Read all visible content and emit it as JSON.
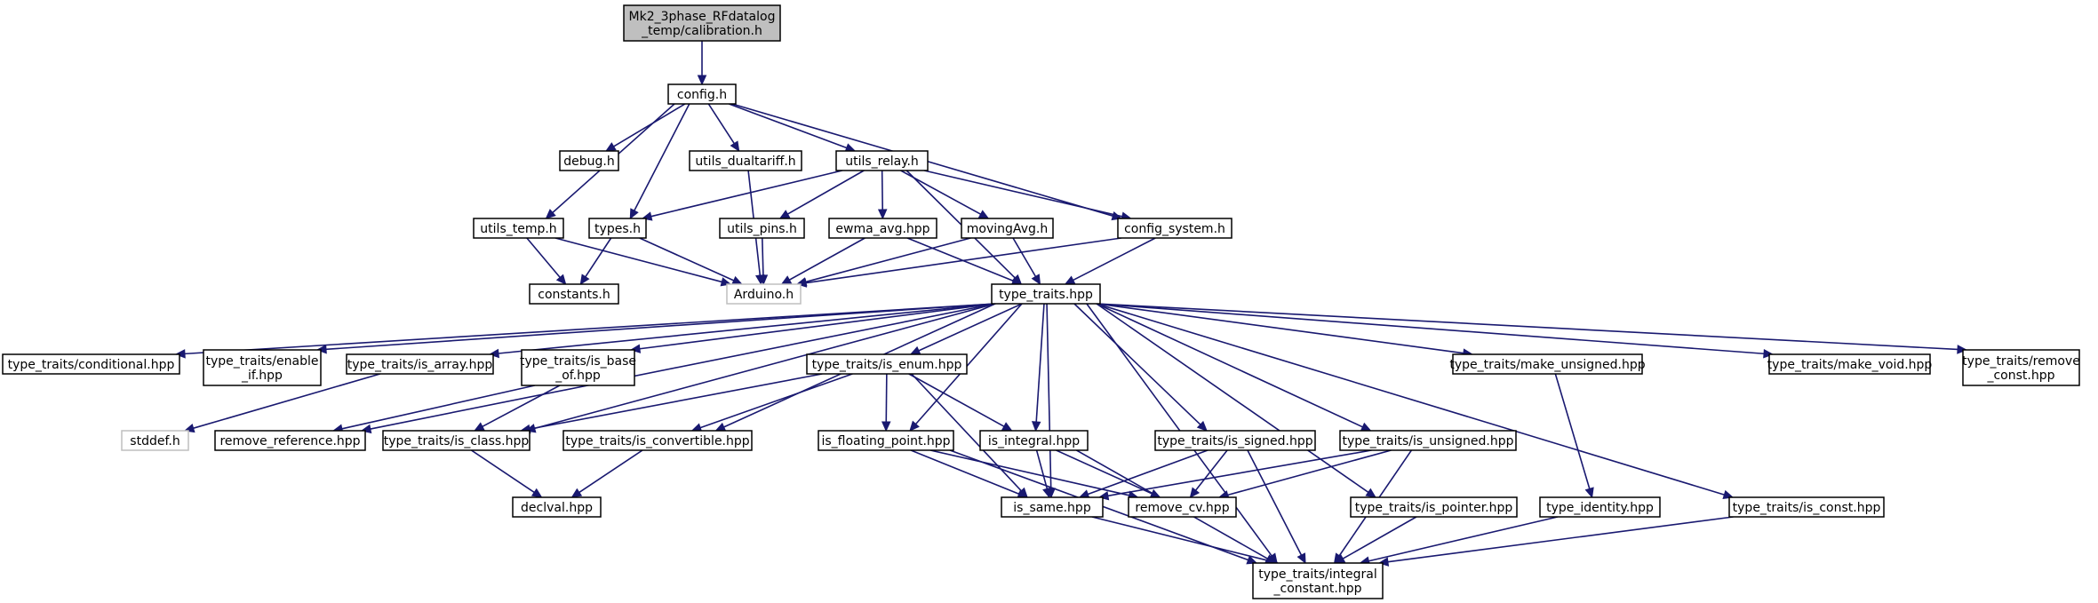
{
  "nodes": [
    {
      "id": "calib",
      "lines": [
        "Mk2_3phase_RFdatalog",
        "_temp/calibration.h"
      ],
      "style": "root"
    },
    {
      "id": "config",
      "lines": [
        "config.h"
      ]
    },
    {
      "id": "debug",
      "lines": [
        "debug.h"
      ]
    },
    {
      "id": "udual",
      "lines": [
        "utils_dualtariff.h"
      ]
    },
    {
      "id": "urelay",
      "lines": [
        "utils_relay.h"
      ]
    },
    {
      "id": "utemp",
      "lines": [
        "utils_temp.h"
      ]
    },
    {
      "id": "types",
      "lines": [
        "types.h"
      ]
    },
    {
      "id": "upins",
      "lines": [
        "utils_pins.h"
      ]
    },
    {
      "id": "ewma",
      "lines": [
        "ewma_avg.hpp"
      ]
    },
    {
      "id": "moving",
      "lines": [
        "movingAvg.h"
      ]
    },
    {
      "id": "csys",
      "lines": [
        "config_system.h"
      ]
    },
    {
      "id": "constants",
      "lines": [
        "constants.h"
      ]
    },
    {
      "id": "arduino",
      "lines": [
        "Arduino.h"
      ],
      "style": "ext"
    },
    {
      "id": "tt",
      "lines": [
        "type_traits.hpp"
      ]
    },
    {
      "id": "cond",
      "lines": [
        "type_traits/conditional.hpp"
      ]
    },
    {
      "id": "enableif",
      "lines": [
        "type_traits/enable",
        "_if.hpp"
      ]
    },
    {
      "id": "isarray",
      "lines": [
        "type_traits/is_array.hpp"
      ]
    },
    {
      "id": "isbase",
      "lines": [
        "type_traits/is_base",
        "_of.hpp"
      ]
    },
    {
      "id": "isenum",
      "lines": [
        "type_traits/is_enum.hpp"
      ]
    },
    {
      "id": "makeuns",
      "lines": [
        "type_traits/make_unsigned.hpp"
      ]
    },
    {
      "id": "makevoid",
      "lines": [
        "type_traits/make_void.hpp"
      ]
    },
    {
      "id": "removeconst",
      "lines": [
        "type_traits/remove",
        "_const.hpp"
      ]
    },
    {
      "id": "stddef",
      "lines": [
        "stddef.h"
      ],
      "style": "ext"
    },
    {
      "id": "removeref",
      "lines": [
        "remove_reference.hpp"
      ]
    },
    {
      "id": "isclass",
      "lines": [
        "type_traits/is_class.hpp"
      ]
    },
    {
      "id": "isconv",
      "lines": [
        "type_traits/is_convertible.hpp"
      ]
    },
    {
      "id": "isfloat",
      "lines": [
        "is_floating_point.hpp"
      ]
    },
    {
      "id": "isint",
      "lines": [
        "is_integral.hpp"
      ]
    },
    {
      "id": "issigned",
      "lines": [
        "type_traits/is_signed.hpp"
      ]
    },
    {
      "id": "isunsigned",
      "lines": [
        "type_traits/is_unsigned.hpp"
      ]
    },
    {
      "id": "declval",
      "lines": [
        "declval.hpp"
      ]
    },
    {
      "id": "issame",
      "lines": [
        "is_same.hpp"
      ]
    },
    {
      "id": "removecv",
      "lines": [
        "remove_cv.hpp"
      ]
    },
    {
      "id": "ispointer",
      "lines": [
        "type_traits/is_pointer.hpp"
      ]
    },
    {
      "id": "typeid",
      "lines": [
        "type_identity.hpp"
      ]
    },
    {
      "id": "isconst",
      "lines": [
        "type_traits/is_const.hpp"
      ]
    },
    {
      "id": "intconst",
      "lines": [
        "type_traits/integral",
        "_constant.hpp"
      ]
    }
  ],
  "edges": [
    [
      "calib",
      "config"
    ],
    [
      "config",
      "debug"
    ],
    [
      "config",
      "udual"
    ],
    [
      "config",
      "urelay"
    ],
    [
      "config",
      "utemp"
    ],
    [
      "config",
      "types"
    ],
    [
      "config",
      "csys"
    ],
    [
      "udual",
      "arduino"
    ],
    [
      "urelay",
      "types"
    ],
    [
      "urelay",
      "upins"
    ],
    [
      "urelay",
      "ewma"
    ],
    [
      "urelay",
      "moving"
    ],
    [
      "urelay",
      "csys"
    ],
    [
      "urelay",
      "tt"
    ],
    [
      "utemp",
      "constants"
    ],
    [
      "utemp",
      "arduino"
    ],
    [
      "types",
      "constants"
    ],
    [
      "types",
      "arduino"
    ],
    [
      "upins",
      "arduino"
    ],
    [
      "ewma",
      "arduino"
    ],
    [
      "ewma",
      "tt"
    ],
    [
      "moving",
      "arduino"
    ],
    [
      "moving",
      "tt"
    ],
    [
      "csys",
      "arduino"
    ],
    [
      "csys",
      "tt"
    ],
    [
      "tt",
      "cond"
    ],
    [
      "tt",
      "enableif"
    ],
    [
      "tt",
      "isarray"
    ],
    [
      "tt",
      "isbase"
    ],
    [
      "tt",
      "isenum"
    ],
    [
      "tt",
      "makeuns"
    ],
    [
      "tt",
      "makevoid"
    ],
    [
      "tt",
      "removeconst"
    ],
    [
      "tt",
      "removeref"
    ],
    [
      "tt",
      "isclass"
    ],
    [
      "tt",
      "isconv"
    ],
    [
      "tt",
      "isfloat"
    ],
    [
      "tt",
      "isint"
    ],
    [
      "tt",
      "issigned"
    ],
    [
      "tt",
      "isunsigned"
    ],
    [
      "tt",
      "issame"
    ],
    [
      "tt",
      "ispointer"
    ],
    [
      "tt",
      "isconst"
    ],
    [
      "tt",
      "intconst"
    ],
    [
      "isarray",
      "stddef"
    ],
    [
      "isbase",
      "removeref"
    ],
    [
      "isbase",
      "isclass"
    ],
    [
      "isenum",
      "isclass"
    ],
    [
      "isenum",
      "isconv"
    ],
    [
      "isenum",
      "isfloat"
    ],
    [
      "isenum",
      "isint"
    ],
    [
      "isenum",
      "issame"
    ],
    [
      "isclass",
      "declval"
    ],
    [
      "isconv",
      "declval"
    ],
    [
      "isfloat",
      "issame"
    ],
    [
      "isfloat",
      "removecv"
    ],
    [
      "isfloat",
      "intconst"
    ],
    [
      "isint",
      "issame"
    ],
    [
      "isint",
      "removecv"
    ],
    [
      "isint",
      "intconst"
    ],
    [
      "issigned",
      "issame"
    ],
    [
      "issigned",
      "removecv"
    ],
    [
      "issigned",
      "intconst"
    ],
    [
      "isunsigned",
      "issame"
    ],
    [
      "isunsigned",
      "removecv"
    ],
    [
      "isunsigned",
      "intconst"
    ],
    [
      "issame",
      "intconst"
    ],
    [
      "ispointer",
      "intconst"
    ],
    [
      "makeuns",
      "typeid"
    ],
    [
      "typeid",
      "intconst"
    ],
    [
      "isconst",
      "intconst"
    ]
  ],
  "colors": {
    "edge": "#191970",
    "root_fill": "#bfbfbf",
    "external_border": "#bfbfbf"
  }
}
